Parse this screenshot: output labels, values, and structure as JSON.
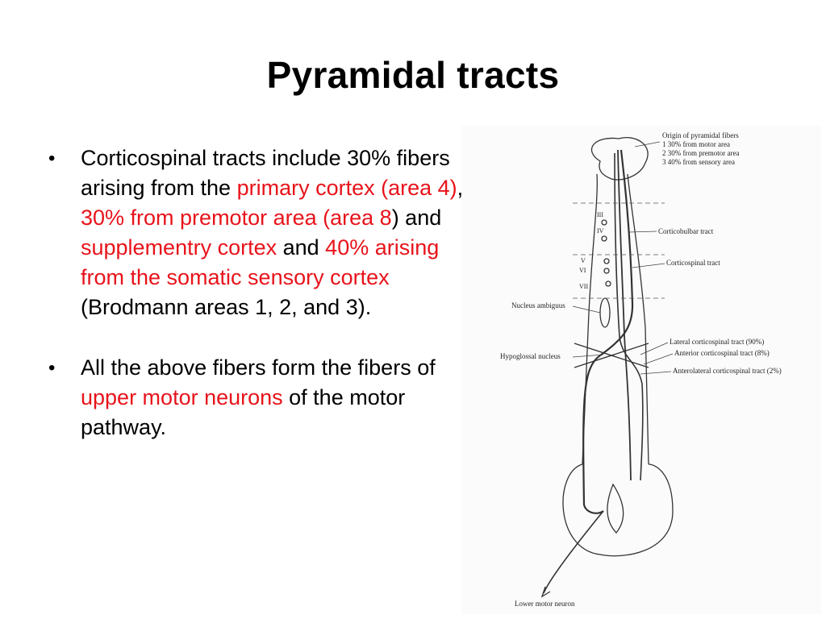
{
  "slide": {
    "title": "Pyramidal tracts",
    "bullet_glyph": "•",
    "bullet1": {
      "t1": "Corticospinal tracts include 30% fibers arising from the ",
      "r1": "primary cortex (area 4)",
      "t2": ", ",
      "r2": "30% from premotor area (area 8",
      "t3": ") and ",
      "r3": "supplementry cortex",
      "t4": " and ",
      "r4": "40% arising from the somatic sensory cortex",
      "t5": " (Brodmann areas 1, 2, and 3)."
    },
    "bullet2": {
      "t1": "All the above fibers form the fibers of ",
      "r1": "upper motor neurons",
      "t2": " of the motor pathway."
    },
    "highlight_color": "#e8131b"
  },
  "figure": {
    "origin_title": "Origin of pyramidal fibers",
    "origin_1": "1  30% from motor area",
    "origin_2": "2  30% from premotor area",
    "origin_3": "3  40% from sensory area",
    "corticobulbar": "Corticobulbar tract",
    "corticospinal": "Corticospinal tract",
    "nucleus_ambiguus": "Nucleus ambiguus",
    "hypoglossal": "Hypoglossal nucleus",
    "lateral": "Lateral corticospinal tract (90%)",
    "anterior": "Anterior corticospinal tract (8%)",
    "anterolateral": "Anterolateral corticospinal tract (2%)",
    "lower_motor": "Lower motor neuron",
    "roman_3": "III",
    "roman_4": "IV",
    "roman_5": "V",
    "roman_6": "VI",
    "roman_7": "VII"
  }
}
